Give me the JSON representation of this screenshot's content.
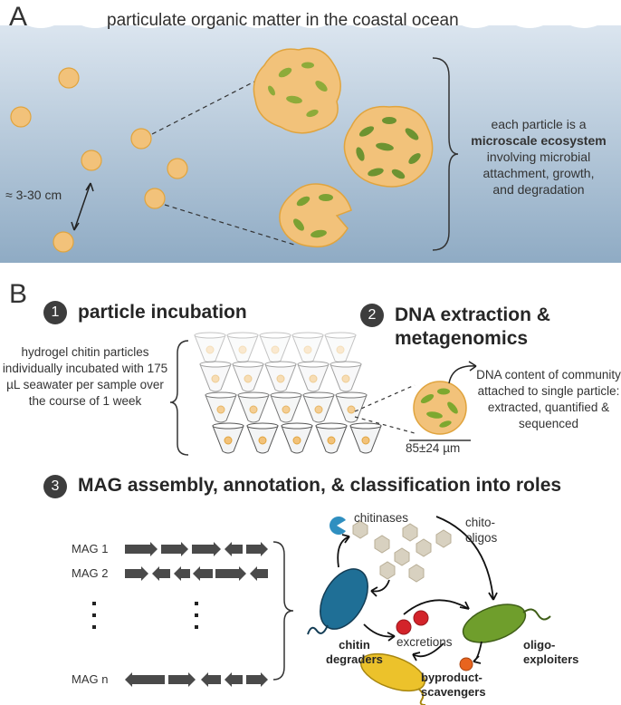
{
  "panel_a": {
    "letter": "A",
    "title": "particulate organic matter in the coastal ocean",
    "distance": "≈ 3-30 cm",
    "ecosystem_pre": "each particle is a",
    "ecosystem_bold": "microscale ecosystem",
    "ecosystem_post": [
      "involving microbial",
      "attachment, growth,",
      "and degradation"
    ]
  },
  "panel_b": {
    "letter": "B",
    "step1": {
      "number": "1",
      "title": "particle incubation",
      "description": "hydrogel chitin particles individually incubated with 175 µL seawater per sample over the course of 1 week"
    },
    "step2": {
      "number": "2",
      "title_line1": "DNA extraction &",
      "title_line2": "metagenomics",
      "scale": "85±24 µm",
      "description": "DNA content of community attached to single particle: extracted, quantified & sequenced"
    },
    "step3": {
      "number": "3",
      "title": "MAG assembly, annotation, & classification into roles",
      "mags": [
        "MAG 1",
        "MAG 2",
        "MAG n"
      ],
      "labels": {
        "chitinases": "chitinases",
        "chito_oligos": "chito-\noligos",
        "excretions": "excretions",
        "chitin_degraders": "chitin\ndegraders",
        "oligo_exploiters": "oligo-\nexploiters",
        "byproduct_scavengers": "byproduct-\nscavengers"
      }
    }
  },
  "colors": {
    "particle_fill": "#f2c27a",
    "particle_edge": "#e0a43e",
    "microbe_green": "#7da82f",
    "degrader_blue": "#1f6f96",
    "exploiter_green": "#6f9e2c",
    "scavenger_yellow": "#ecc22b",
    "excretion_red": "#d3232a",
    "byproduct_orange": "#e8641f",
    "ocean_top": "#d9e4ee",
    "ocean_bottom": "#93aec6"
  }
}
